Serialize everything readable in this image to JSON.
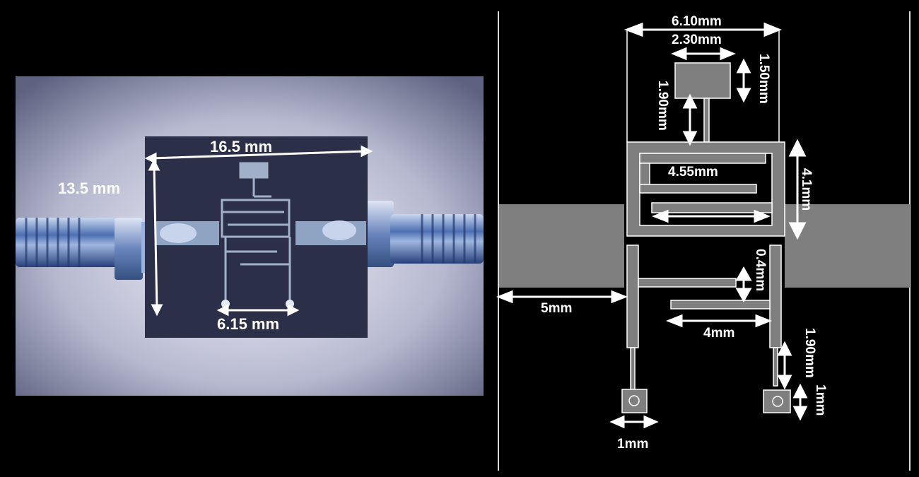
{
  "photo": {
    "dim_width": "16.5 mm",
    "dim_height": "13.5 mm",
    "dim_via_spacing": "6.15 mm"
  },
  "schematic": {
    "dim_resonator_width": "6.10mm",
    "dim_pad_width": "2.30mm",
    "dim_pad_height": "1.50mm",
    "dim_stub_top": "1.90mm",
    "dim_inner_line": "4.55mm",
    "dim_resonator_height": "4.1mm",
    "dim_gap": "0.4mm",
    "dim_feed": "5mm",
    "dim_lower_line": "4mm",
    "dim_stub_bottom": "1.90mm",
    "dim_via_pad_right": "1mm",
    "dim_via_pad_bottom": "1mm"
  }
}
